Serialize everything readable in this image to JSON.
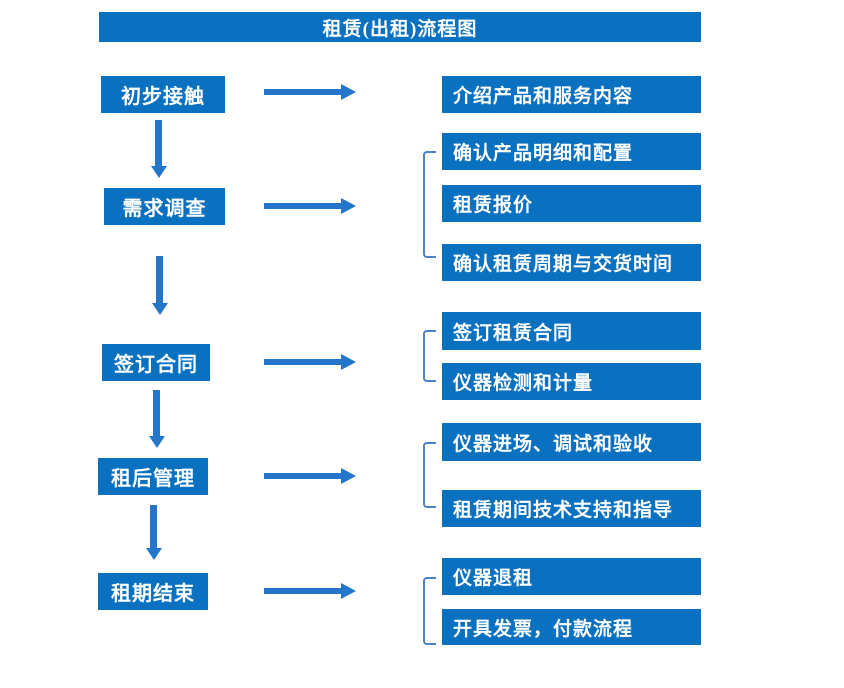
{
  "title": "租赁(出租)流程图",
  "colors": {
    "box": "#0a70c0",
    "arrow": "#2376c9",
    "bracket": "#4f82c2",
    "text": "#ffffff",
    "background": "#ffffff"
  },
  "steps": [
    {
      "label": "初步接触",
      "outputs": [
        "介绍产品和服务内容"
      ]
    },
    {
      "label": "需求调查",
      "outputs": [
        "确认产品明细和配置",
        "租赁报价",
        "确认租赁周期与交货时间"
      ]
    },
    {
      "label": "签订合同",
      "outputs": [
        "签订租赁合同",
        "仪器检测和计量"
      ]
    },
    {
      "label": "租后管理",
      "outputs": [
        "仪器进场、调试和验收",
        "租赁期间技术支持和指导"
      ]
    },
    {
      "label": "租期结束",
      "outputs": [
        "仪器退租",
        "开具发票，付款流程"
      ]
    }
  ]
}
